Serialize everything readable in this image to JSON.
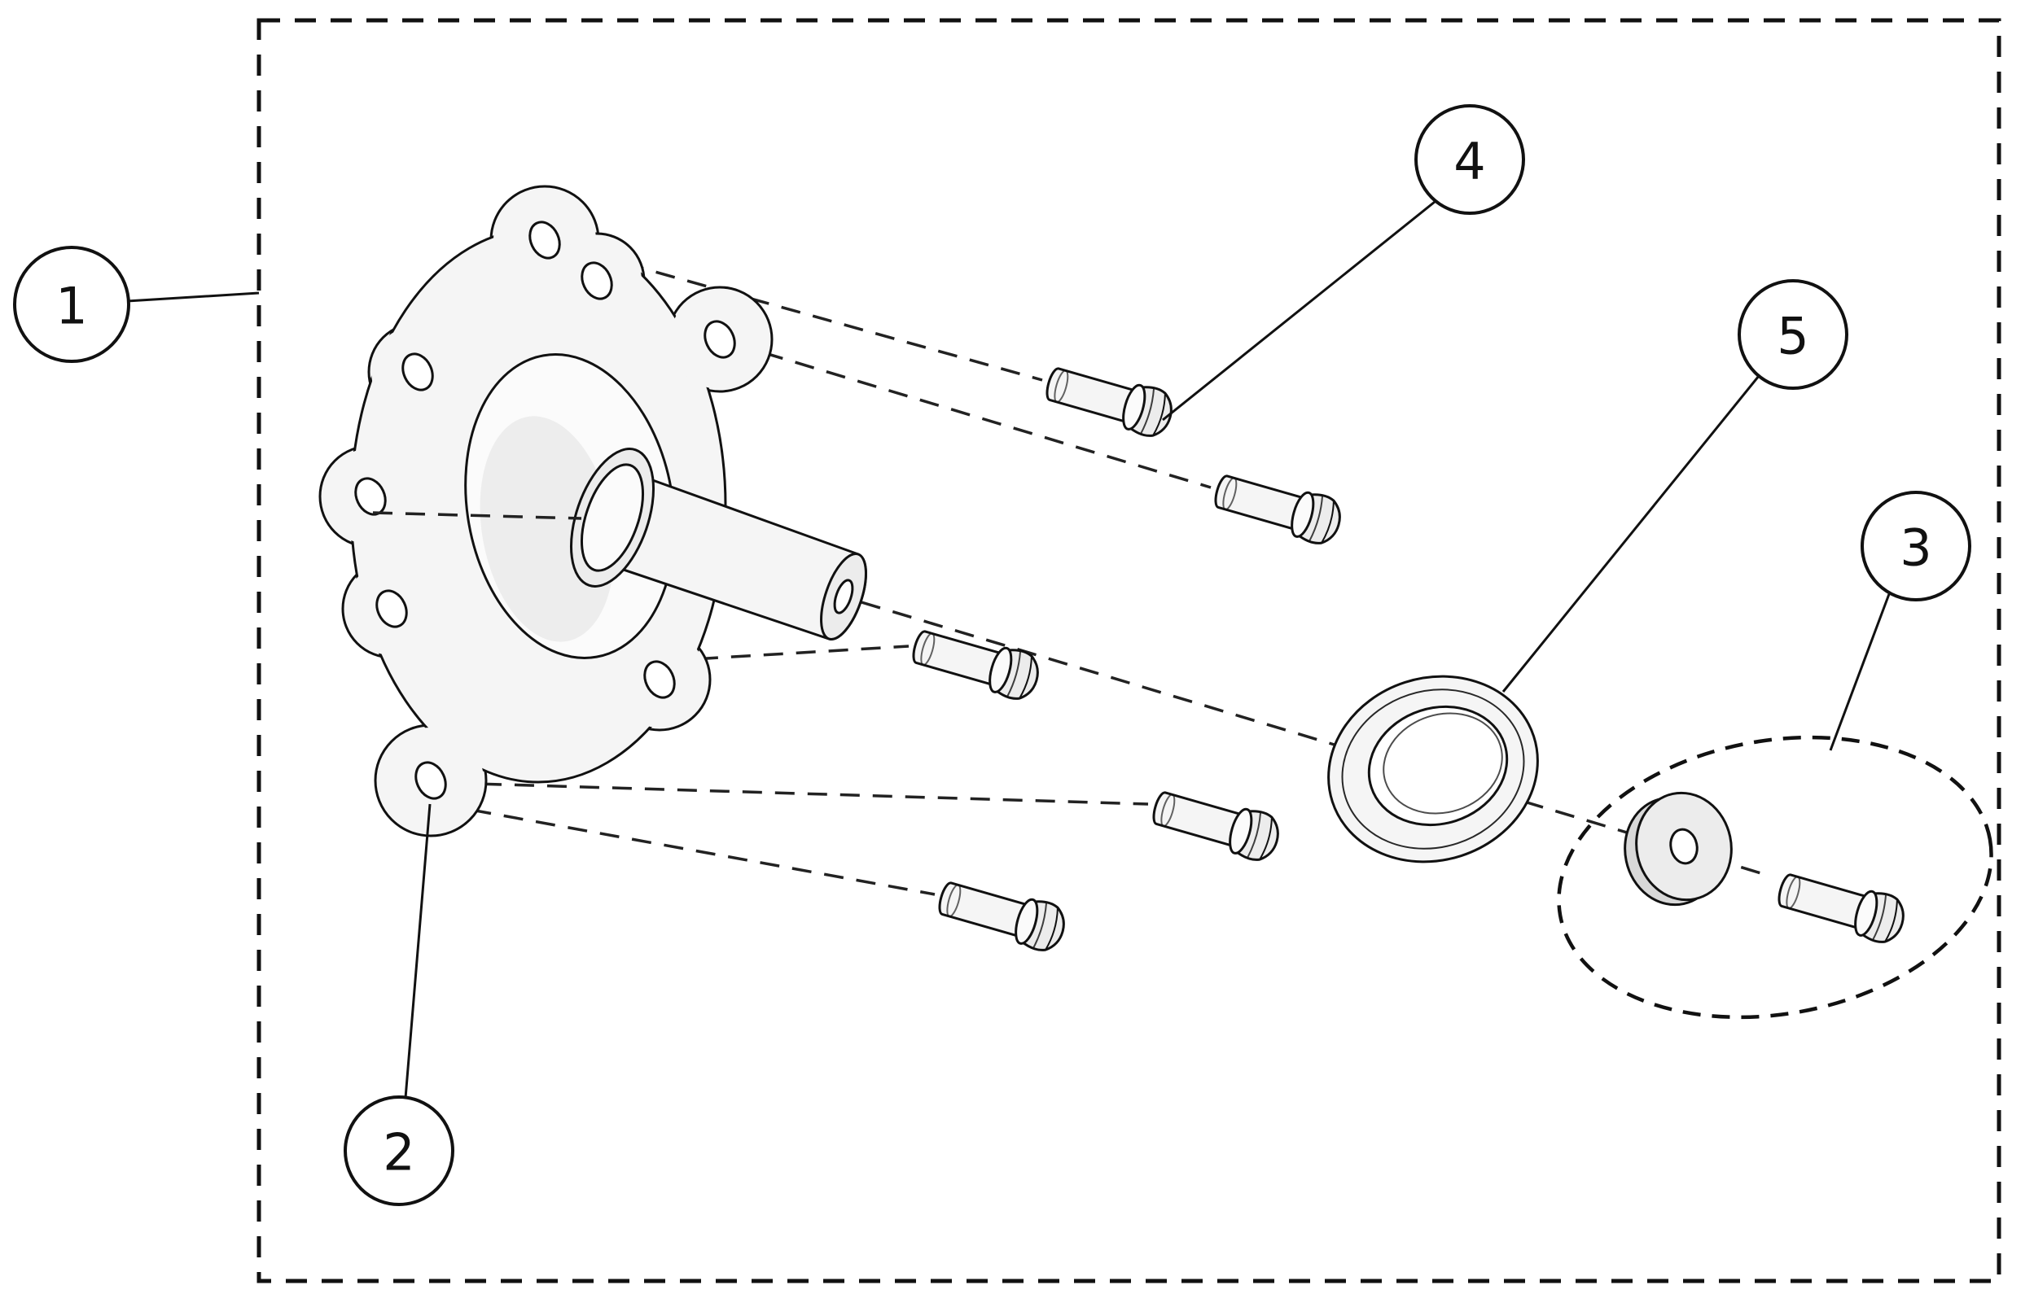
{
  "figure": {
    "kind": "exploded-parts-diagram",
    "subject": "wheel hub assembly with lug bolts, seal, washer and flange bolt",
    "part_counts": {
      "hub": 1,
      "lug_bolts": 5,
      "seal": 1,
      "washer": 1,
      "flange_bolt": 1
    }
  },
  "colors": {
    "line": "#111111",
    "background": "#ffffff",
    "fill_light": "#f5f5f5",
    "fill_mid": "#ececec",
    "fill_dark": "#d8d8d8"
  },
  "callouts": [
    {
      "label": "1"
    },
    {
      "label": "2"
    },
    {
      "label": "3"
    },
    {
      "label": "4"
    },
    {
      "label": "5"
    }
  ]
}
